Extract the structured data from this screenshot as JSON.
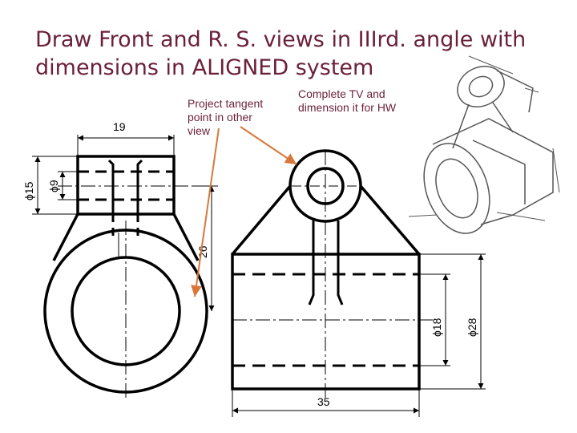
{
  "title": {
    "line1": "Draw Front and R. S. views in IIIrd. angle with",
    "line2": "dimensions in ALIGNED system"
  },
  "notes": {
    "tangent": [
      "Project tangent",
      "point in other",
      "view"
    ],
    "homework": [
      "Complete TV and",
      "dimension it for HW"
    ]
  },
  "dimensions": {
    "width_top": "19",
    "outer_diameter_left": "ϕ15",
    "inner_diameter_left": "ϕ9",
    "height": "26",
    "bore_diameter": "ϕ18",
    "outer_diameter_right": "ϕ28",
    "width_bottom": "35"
  },
  "colors": {
    "title": "#6b1f3a",
    "arrow": "#d9773b",
    "line": "#000000"
  }
}
